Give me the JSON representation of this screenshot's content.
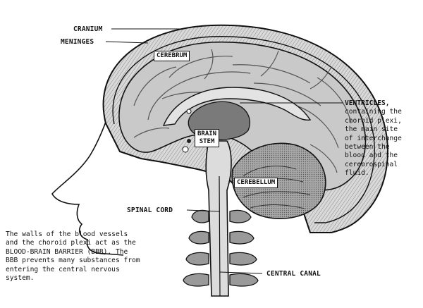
{
  "labels": {
    "cranium": "CRANIUM",
    "meninges": "MENINGES",
    "cerebrum": "CEREBRUM",
    "brain_stem": "BRAIN\nSTEM",
    "cerebellum": "CEREBELLUM",
    "spinal_cord": "SPINAL CORD",
    "central_canal": "CENTRAL CANAL",
    "ventricles": "VENTRICLES,\ncontaining the\nchoroid plexi,\nthe main site\nof interchange\nbetween the\nblood and the\ncerebrospinal\nfluid."
  },
  "caption": "The walls of the blood vessels\nand the choroid plexi act as the\nBLOOD-BRAIN BARRIER (BBB). The\nBBB prevents many substances from\nentering the central nervous\nsystem."
}
